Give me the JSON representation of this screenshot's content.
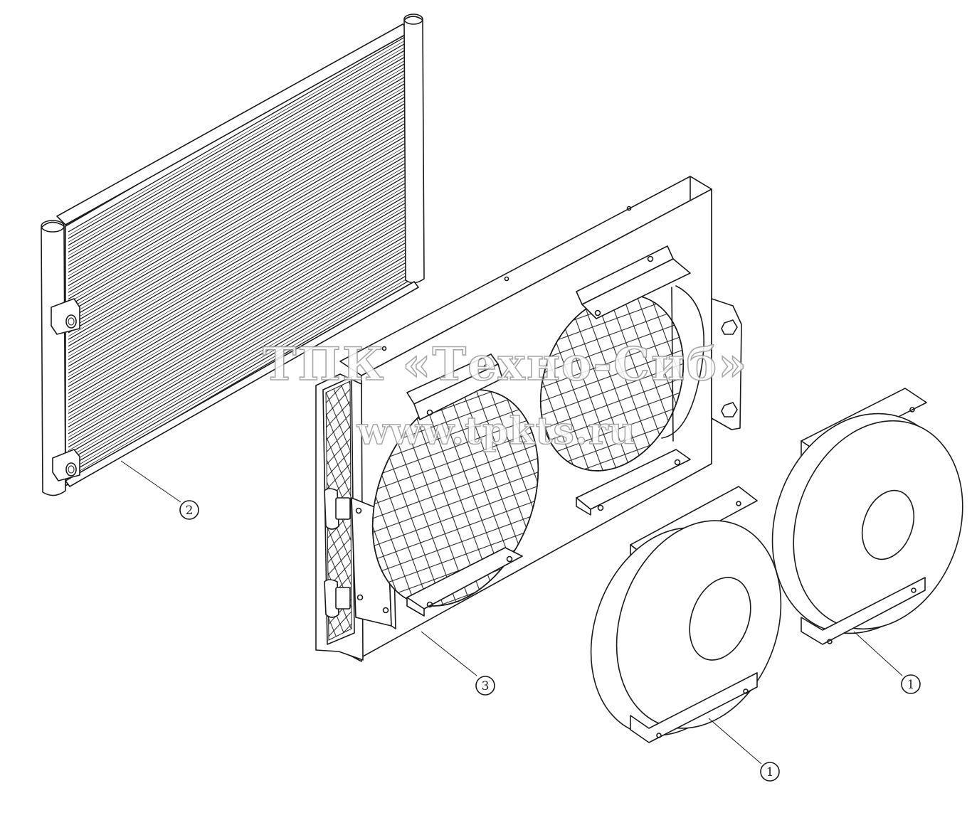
{
  "watermark": {
    "line1": "ТПК «Техно-Сиб»",
    "line2": "www.tpkts.ru"
  },
  "callouts": [
    {
      "id": "condenser",
      "label": "2"
    },
    {
      "id": "frame",
      "label": "3"
    },
    {
      "id": "fan-front",
      "label": "1"
    },
    {
      "id": "fan-rear",
      "label": "1"
    }
  ],
  "colors": {
    "line": "#1a1a1a",
    "background": "#ffffff",
    "watermark_outline": "#9a9a9a"
  }
}
